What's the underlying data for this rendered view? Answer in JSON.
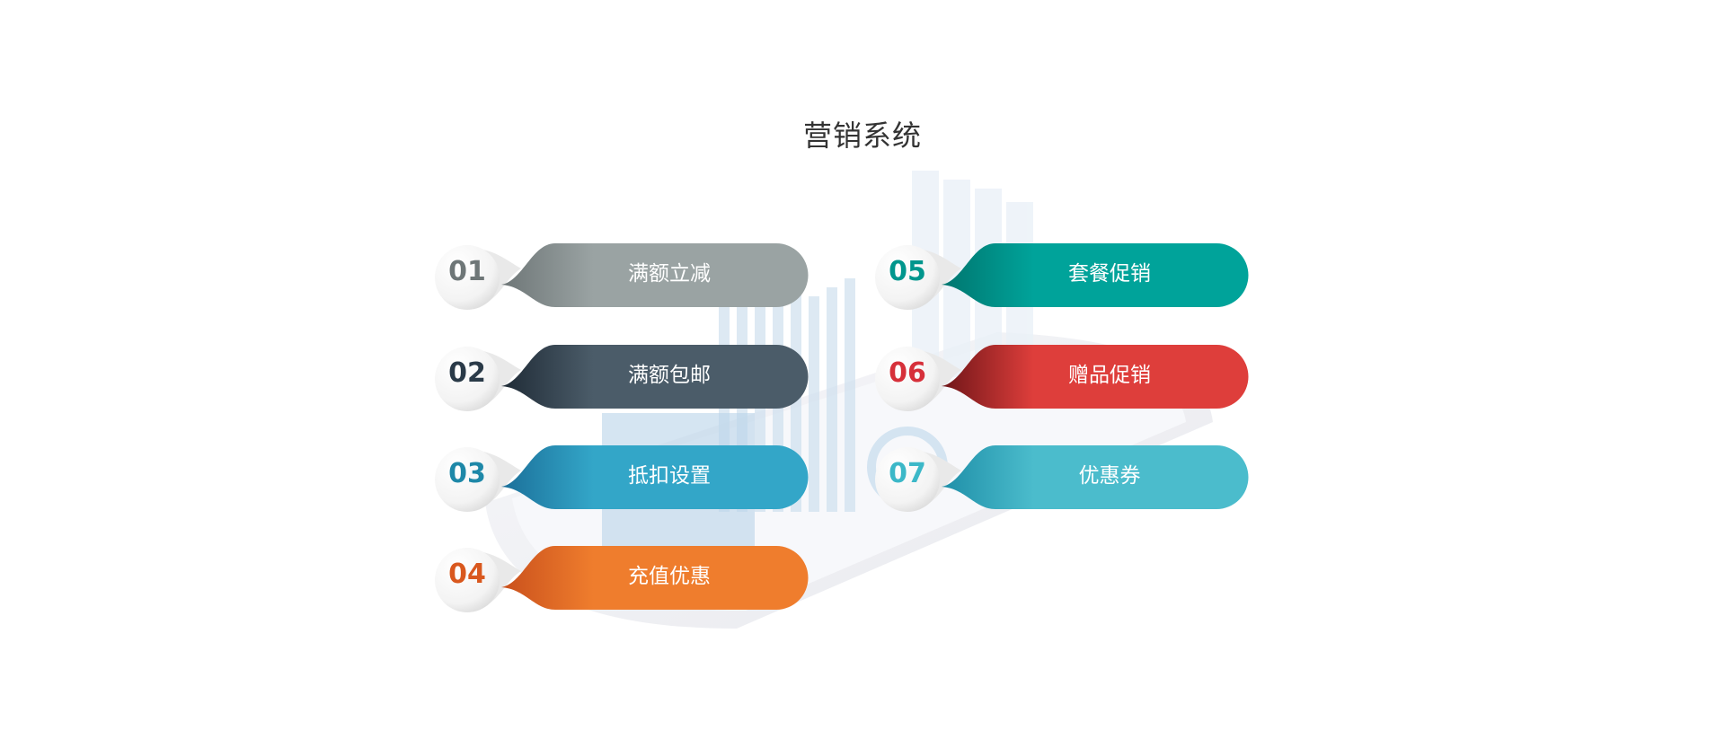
{
  "title": "营销系统",
  "items": [
    {
      "num": "01",
      "label": "满额立减",
      "color": "#9aa3a3",
      "dark": "#6e7677",
      "numColor": "#6e7677"
    },
    {
      "num": "02",
      "label": "满额包邮",
      "color": "#4b5c69",
      "dark": "#1f2b36",
      "numColor": "#2a3a48"
    },
    {
      "num": "03",
      "label": "抵扣设置",
      "color": "#33a6c8",
      "dark": "#1b6f99",
      "numColor": "#1e88a8"
    },
    {
      "num": "04",
      "label": "充值优惠",
      "color": "#ef7d2d",
      "dark": "#c9501c",
      "numColor": "#d9581e"
    },
    {
      "num": "05",
      "label": "套餐促销",
      "color": "#00a39a",
      "dark": "#00756e",
      "numColor": "#00968d"
    },
    {
      "num": "06",
      "label": "赠品促销",
      "color": "#de3e3b",
      "dark": "#6e1518",
      "numColor": "#d6303a"
    },
    {
      "num": "07",
      "label": "优惠券",
      "color": "#4bbccc",
      "dark": "#1f8fa8",
      "numColor": "#3cb8c8"
    }
  ]
}
